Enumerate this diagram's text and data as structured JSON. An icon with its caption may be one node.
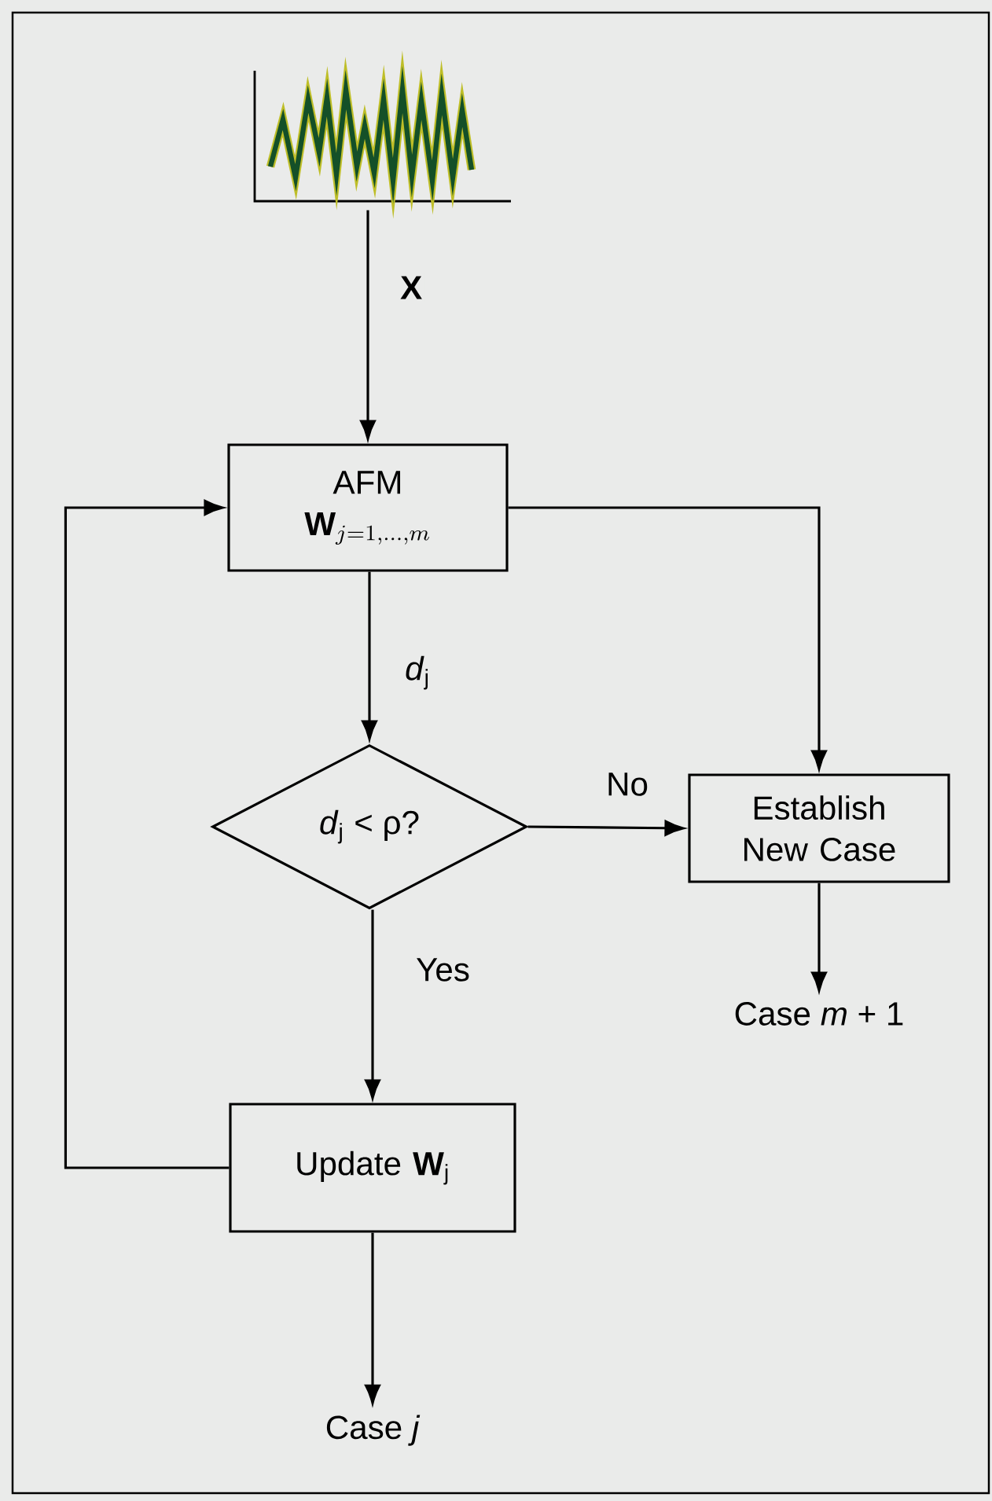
{
  "diagram": {
    "nodes": [
      {
        "text": [],
        "shape": "picture"
      },
      {
        "text": [
          "AFM",
          "\\mathbf{W}_{j = 1,\\ldots,m}"
        ]
      },
      {
        "text": [
          "*d*$_{j}$ < ρ?"
        ]
      },
      {
        "text": [
          "Establish New Case"
        ]
      },
      {
        "text": [
          "Case *m* + 1"
        ]
      },
      {
        "text": [
          "Update **W**$_{j}$"
        ]
      },
      {
        "text": [
          "Case *j*"
        ]
      }
    ],
    "edges": [
      {
        "from": 0,
        "to": 1,
        "arrow": "to",
        "label": "X"
      },
      {
        "from": 1,
        "to": 2,
        "arrow": "to",
        "label": "*d*$_{j}$"
      },
      {
        "from": 1,
        "to": 3,
        "arrow": "to"
      },
      {
        "from": 2,
        "to": 3,
        "arrow": "to",
        "label": "No"
      },
      {
        "from": 3,
        "to": 4,
        "arrow": "to"
      },
      {
        "from": 2,
        "to": 5,
        "arrow": "to",
        "label": "Yes"
      },
      {
        "from": 5,
        "to": 1,
        "arrow": "to"
      },
      {
        "from": 5,
        "to": 6,
        "arrow": "to"
      }
    ]
  }
}
